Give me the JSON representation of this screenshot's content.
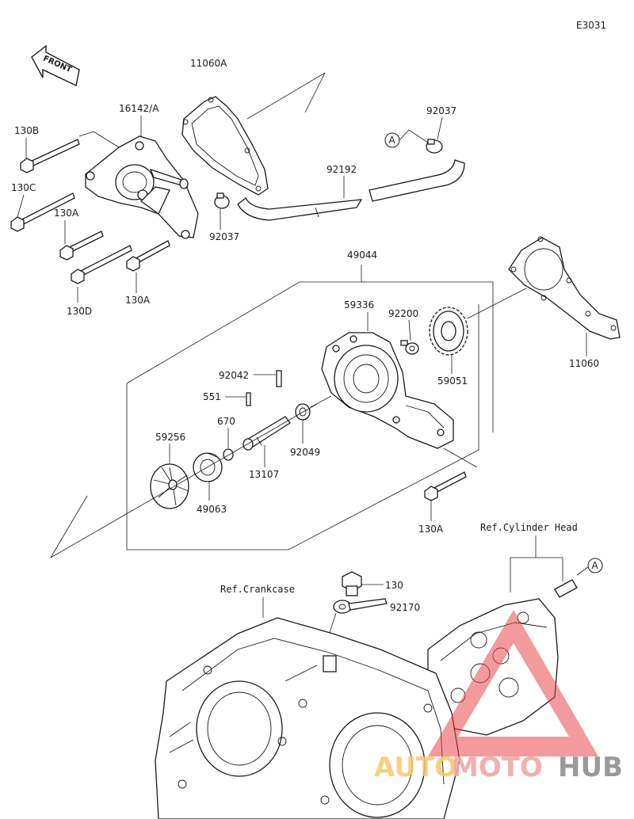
{
  "diagram_code": "E3031",
  "front_label": "FRONT",
  "callout_a": "A",
  "labels": {
    "p11060A": "11060A",
    "p16142A": "16142/A",
    "p130B": "130B",
    "p130C": "130C",
    "p130A_1": "130A",
    "p130D": "130D",
    "p130A_2": "130A",
    "p92037_1": "92037",
    "p92037_2": "92037",
    "p92192": "92192",
    "p49044": "49044",
    "p59336": "59336",
    "p92200": "92200",
    "p59051": "59051",
    "p11060": "11060",
    "p92042": "92042",
    "p551": "551",
    "p670": "670",
    "p59256": "59256",
    "p13107": "13107",
    "p92049": "92049",
    "p49063": "49063",
    "p130A_3": "130A",
    "p130": "130",
    "p92170": "92170"
  },
  "ref_labels": {
    "cylinder_head": "Ref.Cylinder Head",
    "crankcase": "Ref.Crankcase"
  },
  "watermark": {
    "part1": "AUTO",
    "part2": "MOTO",
    "part3": "HUB",
    "colors": {
      "auto": "#f5c86a",
      "moto": "#f0a7a2",
      "hub": "#8f8f8f",
      "triangle": "#e8474b"
    }
  }
}
